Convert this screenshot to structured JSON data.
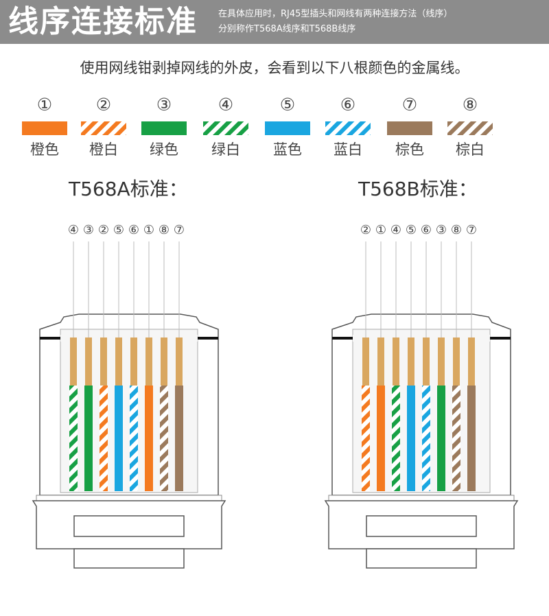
{
  "header": {
    "title": "线序连接标准",
    "desc_line1": "在具体应用时，RJ45型插头和网线有两种连接方法（线序）",
    "desc_line2": "分别称作T568A线序和T568B线序"
  },
  "intro": "使用网线钳剥掉网线的外皮，会看到以下八根颜色的金属线。",
  "colors": {
    "orange": "#f47a20",
    "green": "#17a045",
    "blue": "#1aa6e0",
    "brown": "#9b7a5c",
    "copper": "#d9a760",
    "header_bg": "#8c8c8c"
  },
  "wires": [
    {
      "num": "①",
      "label": "橙色",
      "color": "orange",
      "striped": false
    },
    {
      "num": "②",
      "label": "橙白",
      "color": "orange",
      "striped": true
    },
    {
      "num": "③",
      "label": "绿色",
      "color": "green",
      "striped": false
    },
    {
      "num": "④",
      "label": "绿白",
      "color": "green",
      "striped": true
    },
    {
      "num": "⑤",
      "label": "蓝色",
      "color": "blue",
      "striped": false
    },
    {
      "num": "⑥",
      "label": "蓝白",
      "color": "blue",
      "striped": true
    },
    {
      "num": "⑦",
      "label": "棕色",
      "color": "brown",
      "striped": false
    },
    {
      "num": "⑧",
      "label": "棕白",
      "color": "brown",
      "striped": true
    }
  ],
  "standards": [
    {
      "title": "T568A标准：",
      "order": [
        4,
        3,
        2,
        5,
        6,
        1,
        8,
        7
      ],
      "order_labels": [
        "④",
        "③",
        "②",
        "⑤",
        "⑥",
        "①",
        "⑧",
        "⑦"
      ]
    },
    {
      "title": "T568B标准：",
      "order": [
        2,
        1,
        4,
        5,
        6,
        3,
        8,
        7
      ],
      "order_labels": [
        "②",
        "①",
        "④",
        "⑤",
        "⑥",
        "③",
        "⑧",
        "⑦"
      ]
    }
  ]
}
